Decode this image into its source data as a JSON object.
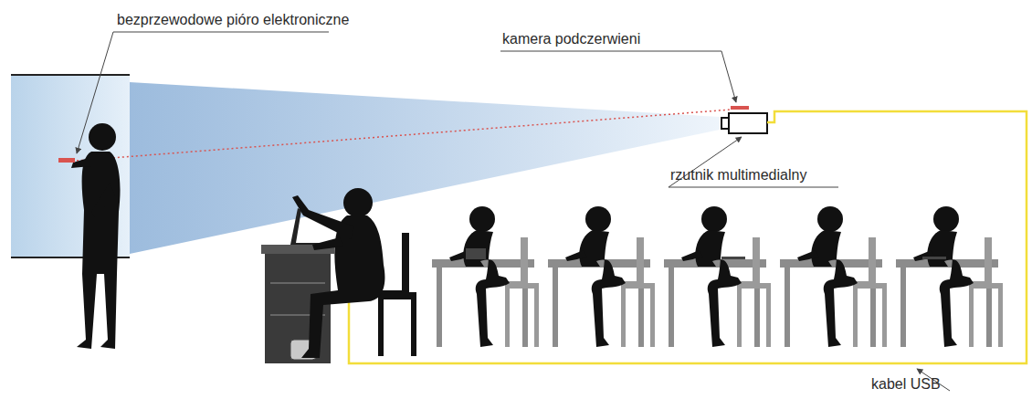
{
  "diagram": {
    "labels": [
      "bezprzewodowe pióro elektroniczne",
      "kamera podczerwieni",
      "rzutnik multimedialny",
      "kabel USB"
    ]
  }
}
